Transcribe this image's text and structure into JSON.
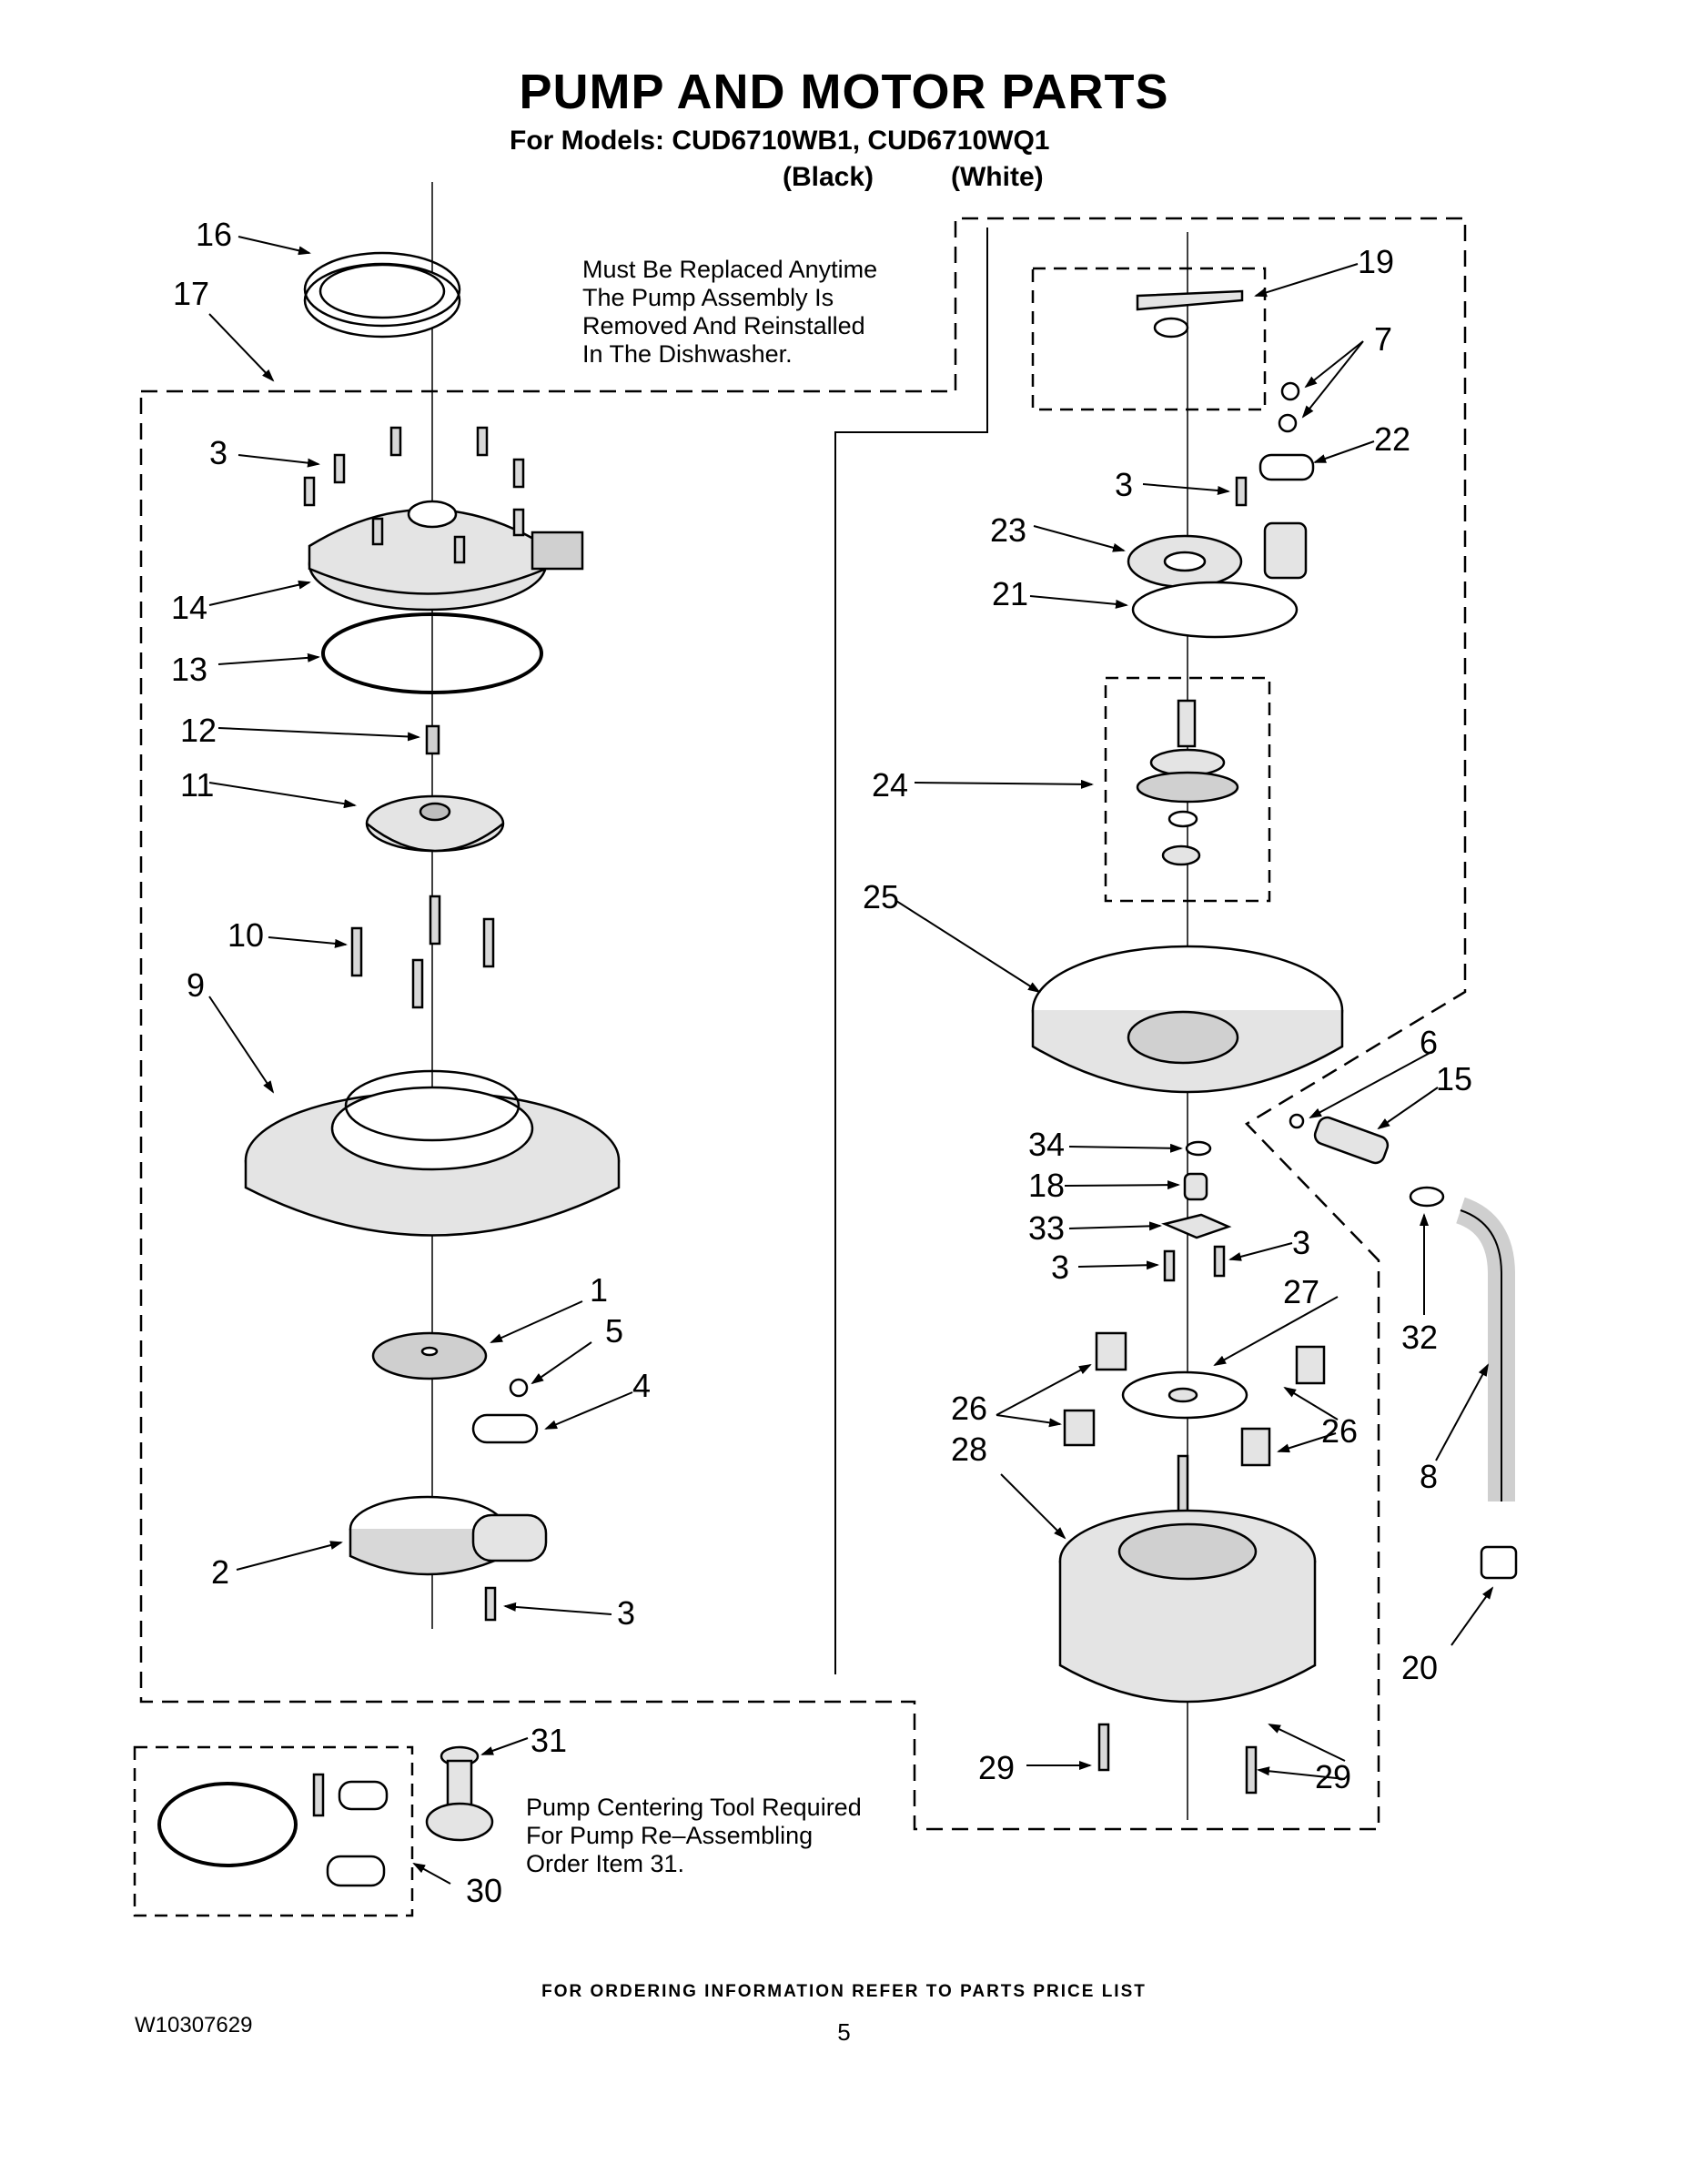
{
  "header": {
    "title": "PUMP AND MOTOR PARTS",
    "models_line": "For Models: CUD6710WB1, CUD6710WQ1",
    "color_black": "(Black)",
    "color_white": "(White)"
  },
  "notes": {
    "replace_1": "Must Be Replaced Anytime",
    "replace_2": "The Pump Assembly Is",
    "replace_3": "Removed And Reinstalled",
    "replace_4": "In The Dishwasher.",
    "tool_1": "Pump Centering Tool Required",
    "tool_2": "For Pump Re–Assembling",
    "tool_3": "Order Item 31."
  },
  "callouts": [
    "16",
    "17",
    "3",
    "14",
    "13",
    "12",
    "11",
    "10",
    "9",
    "1",
    "5",
    "4",
    "2",
    "3",
    "19",
    "7",
    "22",
    "3",
    "23",
    "21",
    "24",
    "25",
    "6",
    "15",
    "34",
    "18",
    "33",
    "3",
    "3",
    "27",
    "26",
    "26",
    "28",
    "32",
    "8",
    "20",
    "29",
    "29",
    "31",
    "30"
  ],
  "footer": {
    "ordering": "FOR ORDERING INFORMATION REFER TO PARTS PRICE LIST",
    "doc_number": "W10307629",
    "page": "5"
  },
  "colors": {
    "ink": "#000000",
    "part_fill": "#e4e4e4",
    "part_shade": "#bdbdbd"
  }
}
